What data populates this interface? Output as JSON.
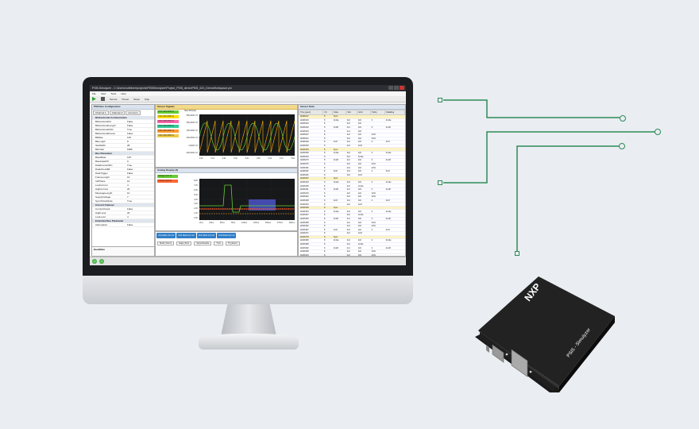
{
  "app": {
    "title": "PSI5-Simulyzer - C:\\Users\\nofellner\\projects\\PSI5Simulyzer\\Project_PSI5_demo\\PSI5_4Ch_DemoWorkspace.psi",
    "menu": [
      "File",
      "View",
      "Tools",
      "Help"
    ],
    "toolbar": [
      "Sensor",
      "Preset",
      "Reset",
      "Stop"
    ],
    "left_panel": {
      "header": "PSI5 Bus Configuration",
      "tabs": [
        "Channel 1",
        "Channel 2",
        "Common"
      ],
      "rows": [
        {
          "k": "Bidirectional Communication",
          "v": "",
          "cat": true
        },
        {
          "k": "BidirectionalOn",
          "v": "False"
        },
        {
          "k": "BidirectionalLength",
          "v": "False"
        },
        {
          "k": "BidirectionalCRC",
          "v": "True"
        },
        {
          "k": "BidirectionalFrame",
          "v": "False"
        },
        {
          "k": "BitRate",
          "v": "125"
        },
        {
          "k": "BitLength",
          "v": "8"
        },
        {
          "k": "SlotWidth",
          "v": "28"
        },
        {
          "k": "BitOrder",
          "v": "MSB"
        },
        {
          "k": "Bus Parameter",
          "v": "",
          "cat": true
        },
        {
          "k": "BaudRate",
          "v": "125"
        },
        {
          "k": "BaudrateDiff",
          "v": "0"
        },
        {
          "k": "DataFrameCRC",
          "v": "True"
        },
        {
          "k": "DataCheckBit",
          "v": "False"
        },
        {
          "k": "DataTrigger",
          "v": "False"
        },
        {
          "k": "FrameLength",
          "v": "10"
        },
        {
          "k": "InitPhase",
          "v": "10"
        },
        {
          "k": "LowCurrent",
          "v": "4"
        },
        {
          "k": "HighCurrent",
          "v": "26"
        },
        {
          "k": "MessageLength",
          "v": "10"
        },
        {
          "k": "SupplyVoltage",
          "v": "7"
        },
        {
          "k": "SyncPulseMode",
          "v": "True"
        },
        {
          "k": "Current Channel",
          "v": "",
          "cat": true
        },
        {
          "k": "CurrentCheck",
          "v": "False"
        },
        {
          "k": "HighLevel",
          "v": "26"
        },
        {
          "k": "LowLevel",
          "v": "4"
        },
        {
          "k": "Extended Bus Parameter",
          "v": "",
          "cat": true
        },
        {
          "k": "Attenuation",
          "v": "False"
        }
      ],
      "footer": "BaudRate"
    },
    "sensor_signals": {
      "header": "Sensor Signals",
      "window_label": "New Window",
      "signals": [
        {
          "label": "Ch1 (100,0000 s)",
          "color": "#66cc33"
        },
        {
          "label": "Ch2 (100,0000 s)",
          "color": "#ffdd00"
        },
        {
          "label": "Ch3 (100,0000 s)",
          "color": "#ff66aa"
        },
        {
          "label": "Ch4 (100,0000 s)",
          "color": "#33cc99"
        },
        {
          "label": "Ch5 (100,0000 s)",
          "color": "#ff9933"
        },
        {
          "label": "Ch6 (100,0000 s)",
          "color": "#eecc44"
        }
      ],
      "yticks": [
        "800,0000 mV",
        "600,0000 mV",
        "400,0000 mV",
        "200,0000 mV",
        "0,0000 mV",
        "-200,0000 mV"
      ],
      "xticks": [
        "0,0s",
        "0,1s",
        "0,2s",
        "0,3s",
        "0,4s",
        "0,5s",
        "0,6s",
        "0,7s",
        "0,8s"
      ]
    },
    "analog": {
      "header": "Analog Display (2)",
      "legend": [
        "Voltage (0,0 V)",
        "Current (0,0 A)"
      ],
      "yticks": [
        "8,0V",
        "7,0V",
        "6,0V",
        "5,0V",
        "4,0V",
        "3,0V",
        "2,0V",
        "1,0V",
        "0,0V"
      ],
      "xticks": [
        "0ms",
        "25ms",
        "50ms",
        "75ms",
        "100ms",
        "125ms",
        "150ms",
        "175ms",
        "200ms"
      ]
    },
    "control": {
      "labels": [
        "Ch1 Slot1",
        "Ch2 Slot2",
        "Ch3 Slot3",
        "Ch4 Slot4"
      ],
      "values": [
        "0,0 mV",
        "0,0 mV",
        "0,0 mV",
        "0,0 mV"
      ],
      "fields": [
        "Mode (Norm)",
        "Edge (Pos)",
        "Signal Enable",
        "Tmin",
        "Trig Event"
      ]
    },
    "data_view": {
      "header": "Sensor Data",
      "columns": [
        "Time [µsec]",
        "Ch",
        "Data",
        "Slot",
        "Error",
        "Parity",
        "DataReg"
      ],
      "rows": [
        [
          "12406217",
          "8",
          "Sync",
          "",
          "",
          "",
          ""
        ],
        [
          "12406219",
          "8",
          "0x14e",
          "0x2",
          "0x0",
          "0",
          "0x14e"
        ],
        [
          "12406224",
          "8",
          "",
          "0x2",
          "0x0",
          "",
          ""
        ],
        [
          "12406232",
          "8",
          "0x14f",
          "0x1",
          "0x0",
          "0",
          "0x14f"
        ],
        [
          "12406233",
          "8",
          "",
          "0x1",
          "0x0",
          "",
          ""
        ],
        [
          "12406237",
          "8",
          "",
          "0x2",
          "0x0",
          "0x5c",
          ""
        ],
        [
          "12406241",
          "8",
          "",
          "0x2",
          "0x0",
          "0x5c",
          ""
        ],
        [
          "12406249",
          "8",
          "0x4f",
          "0x4",
          "0x0",
          "0",
          "0x4f"
        ],
        [
          "12406253",
          "8",
          "",
          "0x2",
          "0x4f",
          "",
          ""
        ],
        [
          "12406254",
          "8",
          "Sync",
          "",
          "",
          "",
          ""
        ],
        [
          "12406259",
          "8",
          "0x14e",
          "0x2",
          "0x0",
          "0",
          "0x14e"
        ],
        [
          "12406264",
          "8",
          "",
          "0x2",
          "0x14e",
          "",
          ""
        ],
        [
          "12406270",
          "8",
          "0x14f",
          "0x1",
          "0x0",
          "0",
          "0x14f"
        ],
        [
          "12406275",
          "8",
          "",
          "0x2",
          "0x0",
          "0x5c",
          ""
        ],
        [
          "12406281",
          "8",
          "",
          "0x2",
          "0x0",
          "0x5c",
          ""
        ],
        [
          "12406287",
          "8",
          "0x4f",
          "0x4",
          "0x0",
          "0",
          "0x4f"
        ],
        [
          "12406291",
          "8",
          "",
          "0x2",
          "0x4f",
          "",
          ""
        ],
        [
          "12406297",
          "8",
          "Sync",
          "",
          "",
          "",
          ""
        ],
        [
          "12406303",
          "8",
          "0x14e",
          "0x2",
          "0x0",
          "0",
          "0x14e"
        ],
        [
          "12406309",
          "8",
          "",
          "0x2",
          "0x14e",
          "",
          ""
        ],
        [
          "12406311",
          "8",
          "0x14f",
          "0x1",
          "0x0",
          "0",
          "0x14f"
        ],
        [
          "12406316",
          "8",
          "",
          "0x2",
          "0x0",
          "0x5c",
          ""
        ],
        [
          "12406322",
          "8",
          "",
          "0x2",
          "0x0",
          "0x5c",
          ""
        ],
        [
          "12406328",
          "8",
          "0x4f",
          "0x4",
          "0x0",
          "0",
          "0x4f"
        ],
        [
          "12406334",
          "8",
          "",
          "0x2",
          "0x4f",
          "",
          ""
        ],
        [
          "12406339",
          "8",
          "Sync",
          "",
          "",
          "",
          ""
        ],
        [
          "12406343",
          "8",
          "0x14e",
          "0x2",
          "0x0",
          "0",
          "0x14e"
        ],
        [
          "12406347",
          "8",
          "",
          "0x2",
          "0x14e",
          "",
          ""
        ],
        [
          "12406353",
          "8",
          "0x14f",
          "0x1",
          "0x0",
          "0",
          "0x14f"
        ],
        [
          "12406358",
          "8",
          "",
          "0x2",
          "0x0",
          "0x5c",
          ""
        ],
        [
          "12406362",
          "8",
          "",
          "0x2",
          "0x0",
          "0x5c",
          ""
        ],
        [
          "12406367",
          "8",
          "0x4f",
          "0x4",
          "0x0",
          "0",
          "0x4f"
        ],
        [
          "12406371",
          "8",
          "",
          "0x2",
          "0x4f",
          "",
          ""
        ],
        [
          "12406378",
          "8",
          "Sync",
          "",
          "",
          "",
          ""
        ],
        [
          "12406383",
          "8",
          "0x14e",
          "0x2",
          "0x0",
          "0",
          "0x14e"
        ],
        [
          "12406389",
          "8",
          "",
          "0x2",
          "0x14e",
          "",
          ""
        ],
        [
          "12406392",
          "8",
          "0x14f",
          "0x1",
          "0x0",
          "0",
          "0x14f"
        ],
        [
          "12406398",
          "8",
          "",
          "0x2",
          "0x0",
          "0x5c",
          ""
        ],
        [
          "12406404",
          "8",
          "",
          "0x2",
          "0x0",
          "0x5c",
          ""
        ],
        [
          "12406411",
          "8",
          "0x4f",
          "0x4",
          "0x0",
          "0",
          "0x4f"
        ]
      ]
    }
  },
  "device": {
    "brand": "NXP",
    "label": "PSI5 - Simulyzer"
  },
  "colors": {
    "circuit": "#2e8b57",
    "background": "#eaedf2"
  }
}
